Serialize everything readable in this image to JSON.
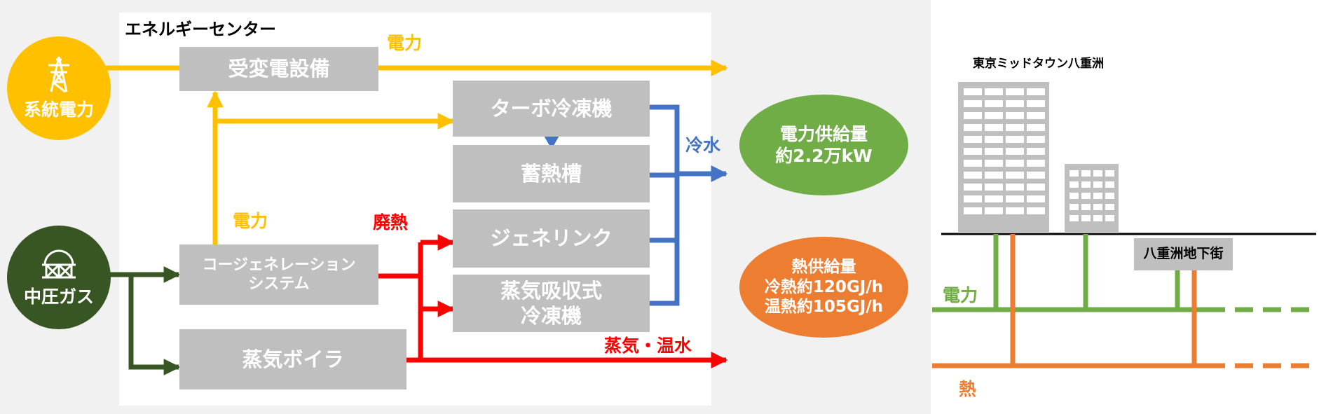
{
  "energy_center": {
    "title": "エネルギーセンター",
    "grid_power": "系統電力",
    "gas": "中圧ガス",
    "substation": "受変電設備",
    "turbo_chiller": "ターボ冷凍機",
    "storage_tank": "蓄熱槽",
    "genelink": "ジェネリンク",
    "absorption_line1": "蒸気吸収式",
    "absorption_line2": "冷凍機",
    "cogen_line1": "コージェネレーション",
    "cogen_line2": "システム",
    "boiler": "蒸気ボイラ",
    "label_power_top": "電力",
    "label_power_mid": "電力",
    "label_waste_heat": "廃熱",
    "label_cold_water": "冷水",
    "label_steam_hot": "蒸気・温水",
    "power_supply_line1": "電力供給量",
    "power_supply_line2": "約2.2万kW",
    "heat_supply_line1": "熱供給量",
    "heat_supply_line2": "冷熱約120GJ/h",
    "heat_supply_line3": "温熱約105GJ/h"
  },
  "district": {
    "building_name": "東京ミッドタウン八重洲",
    "underground_mall": "八重洲地下街",
    "label_power": "電力",
    "label_heat": "熱"
  },
  "colors": {
    "power": "#ffc000",
    "cold_water": "#4472c4",
    "heat": "#ff0000",
    "gas": "#375623",
    "power_supply": "#70ad47",
    "heat_supply": "#ed7d31",
    "box": "#bfbfbf"
  },
  "icons": [
    "transmission-tower-icon",
    "gas-tank-icon"
  ]
}
